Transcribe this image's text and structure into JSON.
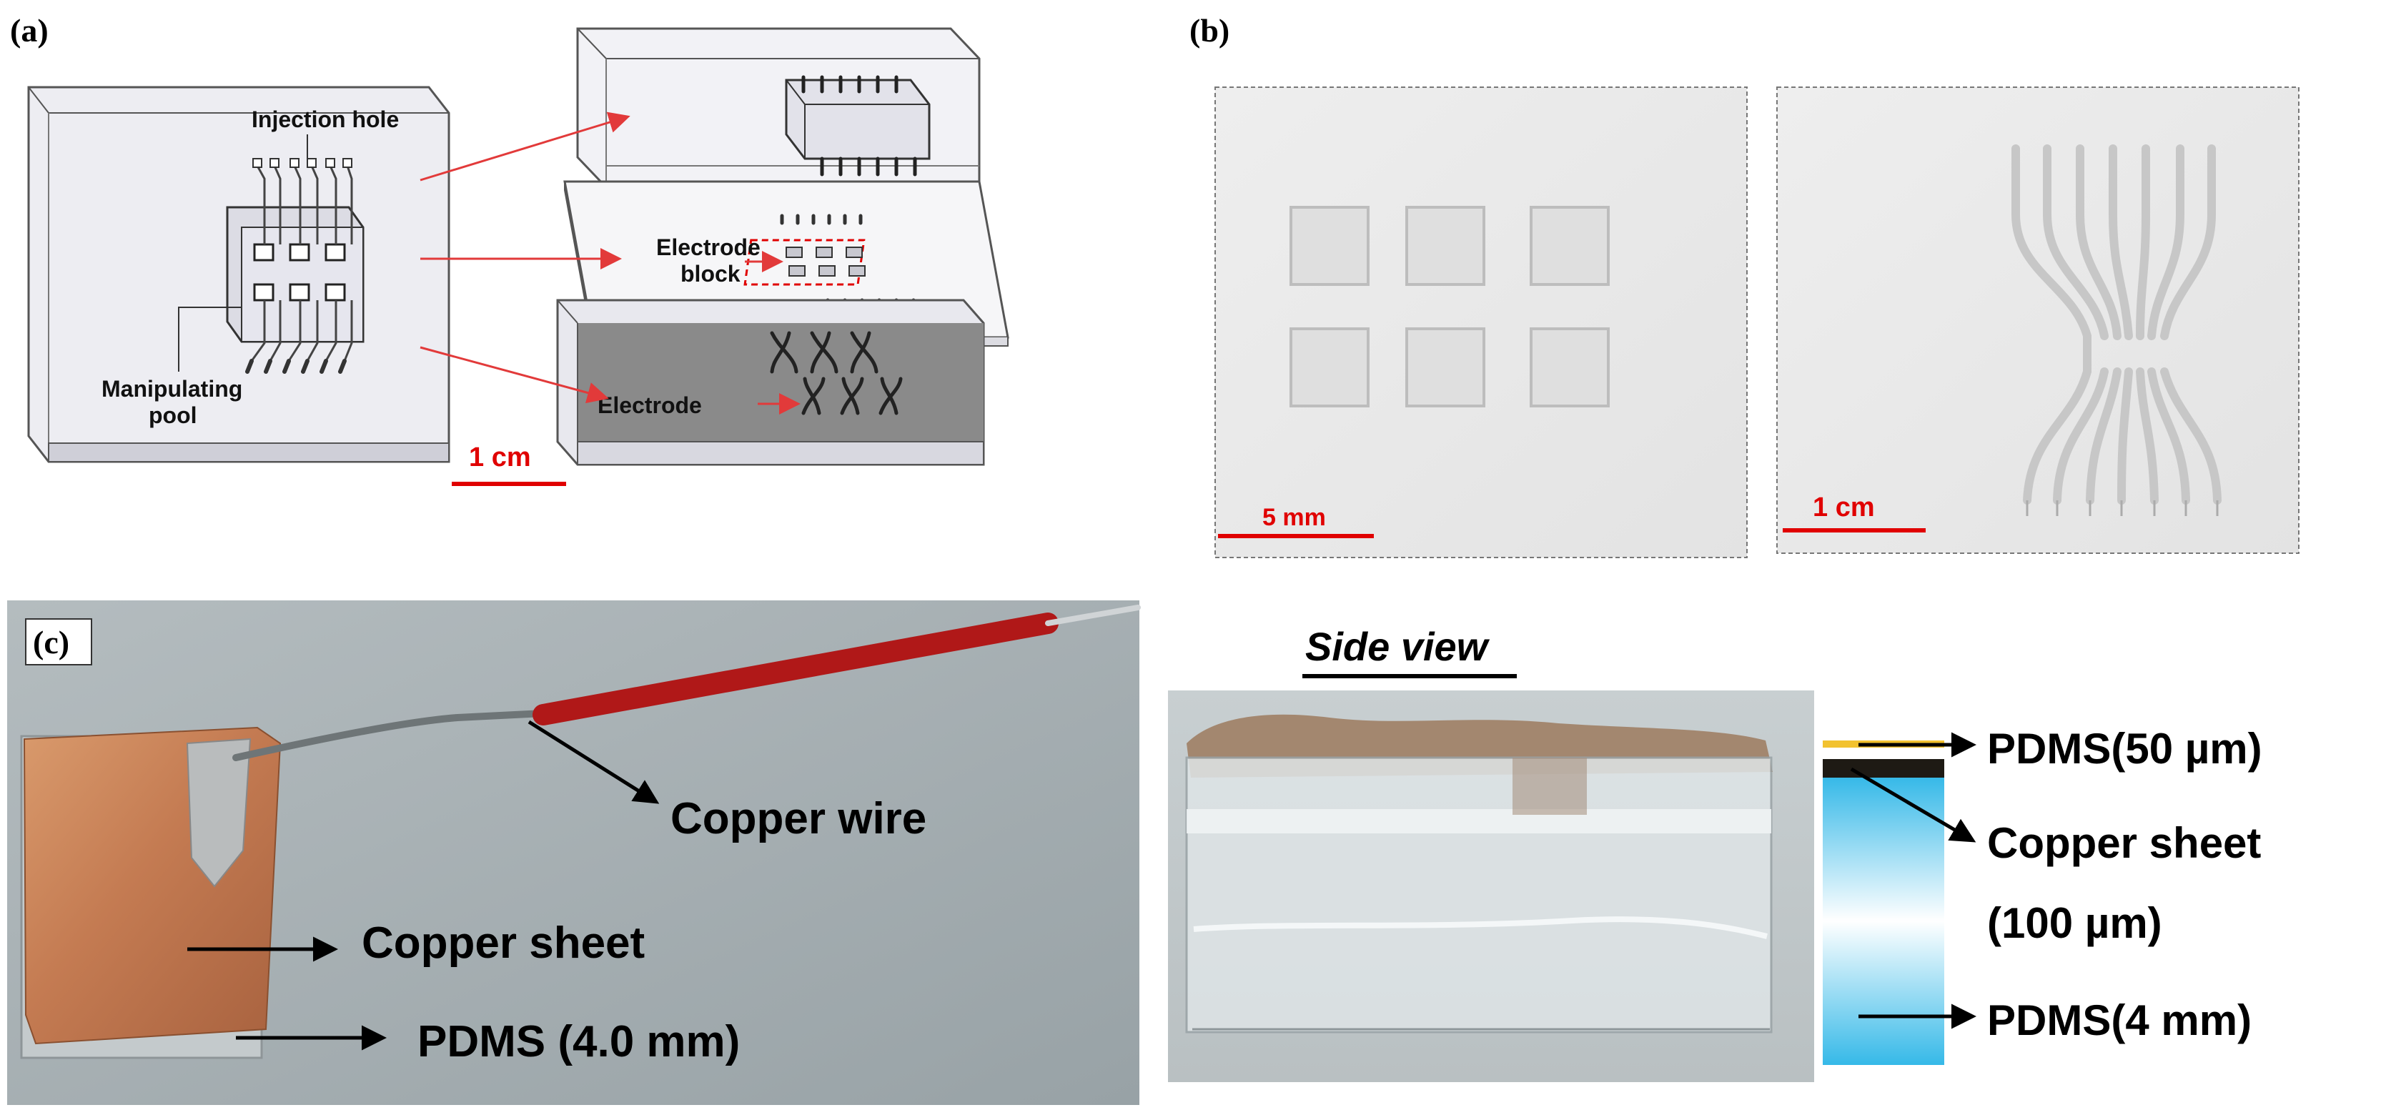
{
  "panels": {
    "a": {
      "letter": "(a)",
      "labels": {
        "injection_hole": "Injection hole",
        "manipulating_1": "Manipulating",
        "manipulating_2": "pool",
        "electrode_block_1": "Electrode",
        "electrode_block_2": "block",
        "electrode": "Electrode"
      },
      "scale_bar": "1 cm"
    },
    "b": {
      "letter": "(b)",
      "scale_bar_left": "5 mm",
      "scale_bar_right": "1 cm"
    },
    "c": {
      "letter": "(c)",
      "labels": {
        "copper_wire": "Copper wire",
        "copper_sheet": "Copper sheet",
        "pdms": "PDMS (4.0 mm)"
      },
      "side_view": {
        "title": "Side view",
        "pdms_top": "PDMS(50 µm)",
        "copper_1": "Copper sheet",
        "copper_2": "(100 µm)",
        "pdms_bottom": "PDMS(4 mm)"
      }
    }
  },
  "colors": {
    "scale_red": "#e00000",
    "leader_red": "#e23a3a",
    "copper": "#c9835a",
    "wire_red": "#b01818",
    "pdms_blue": "#36b9e8",
    "pdms_yellow": "#f2c230"
  }
}
